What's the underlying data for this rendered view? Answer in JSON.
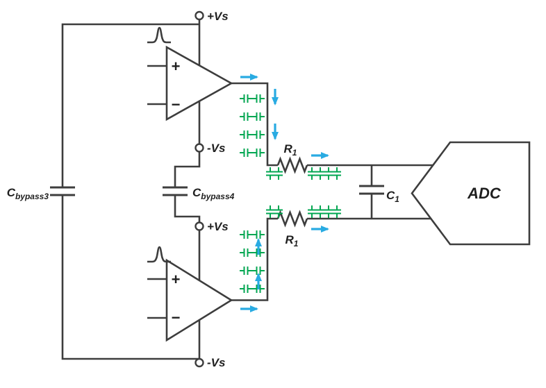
{
  "diagram": {
    "type": "circuit-schematic",
    "description": "Dual op-amp differential driver with bypass capacitors, RC filter and ADC",
    "colors": {
      "wire": "#3d3d3d",
      "arrow": "#29abe2",
      "parasitic": "#00a651",
      "text": "#1f1f1f",
      "background": "#ffffff"
    },
    "power_labels": {
      "top_pos": "+Vs",
      "top_neg": "-Vs",
      "bottom_pos": "+Vs",
      "bottom_neg": "-Vs"
    },
    "opamp_top": {
      "noninverting": "+",
      "inverting": "−"
    },
    "opamp_bottom": {
      "noninverting": "+",
      "inverting": "−"
    },
    "components": {
      "cbypass3": {
        "symbol": "C",
        "subscript": "bypass3"
      },
      "cbypass4": {
        "symbol": "C",
        "subscript": "bypass4"
      },
      "r1_top": {
        "symbol": "R",
        "subscript": "1"
      },
      "r1_bottom": {
        "symbol": "R",
        "subscript": "1"
      },
      "c1": {
        "symbol": "C",
        "subscript": "1"
      },
      "adc_label": "ADC"
    }
  }
}
